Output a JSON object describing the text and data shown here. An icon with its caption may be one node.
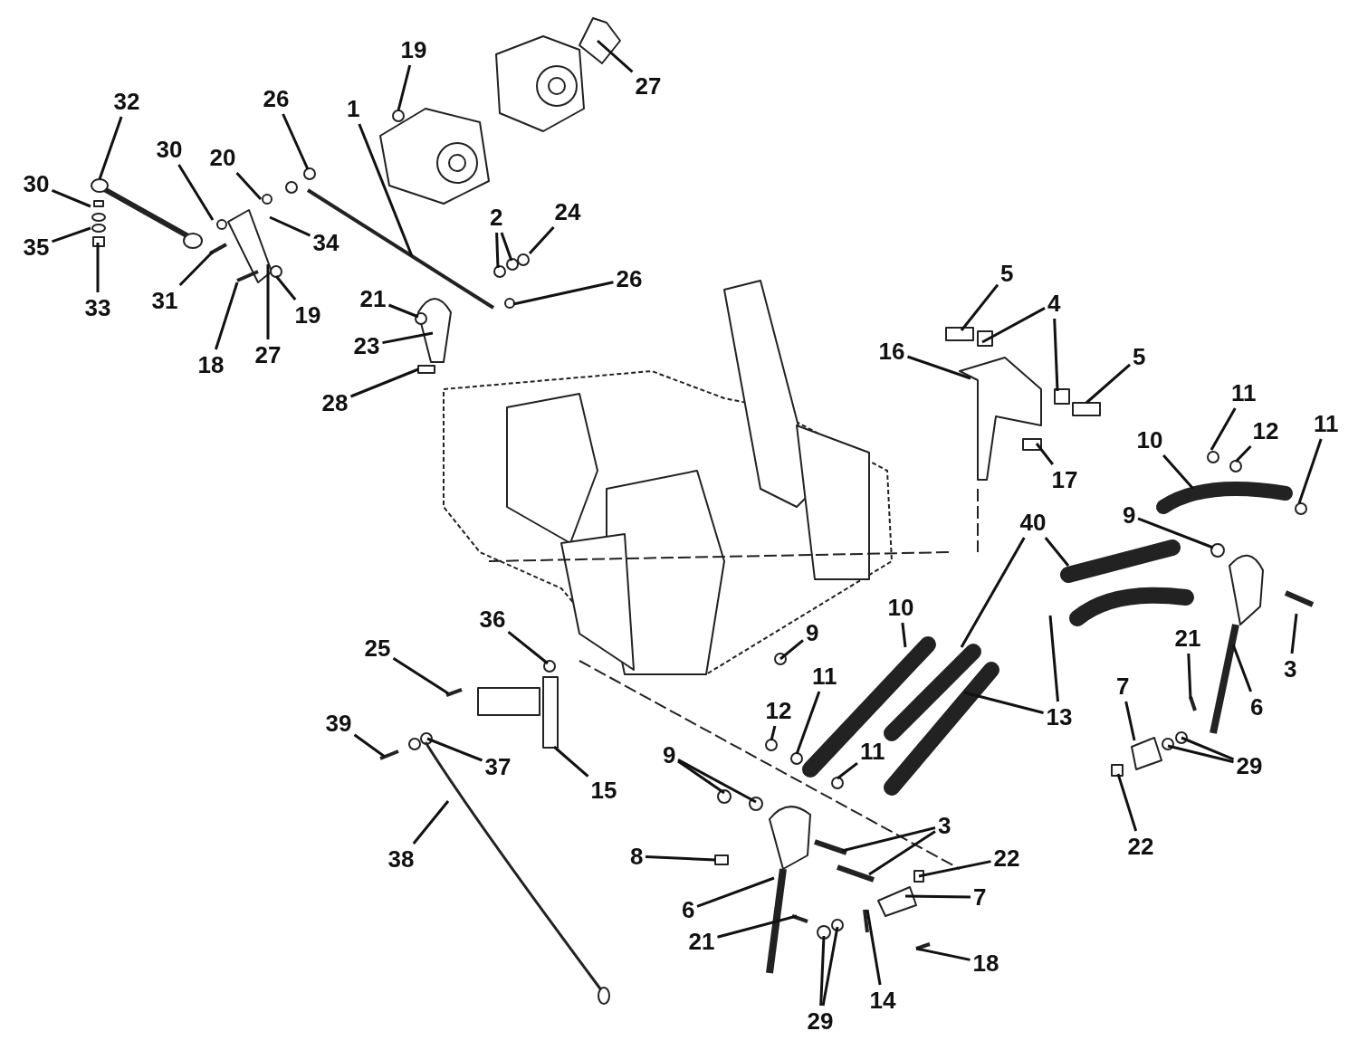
{
  "diagram": {
    "nodes": [
      {
        "text": [
          "32"
        ]
      },
      {
        "text": [
          "30"
        ]
      },
      {
        "text": [
          "35"
        ]
      },
      {
        "text": [
          "33"
        ]
      },
      {
        "text": [
          "30"
        ]
      },
      {
        "text": [
          "31"
        ]
      },
      {
        "text": [
          "20"
        ]
      },
      {
        "text": [
          "26"
        ]
      },
      {
        "text": [
          "19"
        ]
      },
      {
        "text": [
          "1"
        ]
      },
      {
        "text": [
          "34"
        ]
      },
      {
        "text": [
          "18"
        ]
      },
      {
        "text": [
          "27"
        ]
      },
      {
        "text": [
          "19"
        ]
      },
      {
        "text": [
          "27"
        ]
      },
      {
        "text": [
          "2"
        ]
      },
      {
        "text": [
          "24"
        ]
      },
      {
        "text": [
          "26"
        ]
      },
      {
        "text": [
          "21"
        ]
      },
      {
        "text": [
          "23"
        ]
      },
      {
        "text": [
          "28"
        ]
      },
      {
        "text": [
          "5"
        ]
      },
      {
        "text": [
          "4"
        ]
      },
      {
        "text": [
          "16"
        ]
      },
      {
        "text": [
          "5"
        ]
      },
      {
        "text": [
          "17"
        ]
      },
      {
        "text": [
          "11"
        ]
      },
      {
        "text": [
          "12"
        ]
      },
      {
        "text": [
          "11"
        ]
      },
      {
        "text": [
          "10"
        ]
      },
      {
        "text": [
          "9"
        ]
      },
      {
        "text": [
          "40"
        ]
      },
      {
        "text": [
          "3"
        ]
      },
      {
        "text": [
          "21"
        ]
      },
      {
        "text": [
          "6"
        ]
      },
      {
        "text": [
          "7"
        ]
      },
      {
        "text": [
          "29"
        ]
      },
      {
        "text": [
          "22"
        ]
      },
      {
        "text": [
          "10"
        ]
      },
      {
        "text": [
          "13"
        ]
      },
      {
        "text": [
          "9"
        ]
      },
      {
        "text": [
          "12"
        ]
      },
      {
        "text": [
          "11"
        ]
      },
      {
        "text": [
          "11"
        ]
      },
      {
        "text": [
          "36"
        ]
      },
      {
        "text": [
          "25"
        ]
      },
      {
        "text": [
          "39"
        ]
      },
      {
        "text": [
          "37"
        ]
      },
      {
        "text": [
          "15"
        ]
      },
      {
        "text": [
          "38"
        ]
      },
      {
        "text": [
          "9"
        ]
      },
      {
        "text": [
          "3"
        ]
      },
      {
        "text": [
          "8"
        ]
      },
      {
        "text": [
          "6"
        ]
      },
      {
        "text": [
          "22"
        ]
      },
      {
        "text": [
          "7"
        ]
      },
      {
        "text": [
          "21"
        ]
      },
      {
        "text": [
          "14"
        ]
      },
      {
        "text": [
          "18"
        ]
      },
      {
        "text": [
          "29"
        ]
      }
    ],
    "edges": [
      {
        "from": 0,
        "to": null,
        "arrow": "none"
      },
      {
        "from": 1,
        "to": null,
        "arrow": "none"
      },
      {
        "from": 2,
        "to": null,
        "arrow": "none"
      },
      {
        "from": 3,
        "to": null,
        "arrow": "none"
      },
      {
        "from": 4,
        "to": null,
        "arrow": "none"
      },
      {
        "from": 5,
        "to": null,
        "arrow": "none"
      },
      {
        "from": 6,
        "to": null,
        "arrow": "none"
      },
      {
        "from": 7,
        "to": null,
        "arrow": "none"
      },
      {
        "from": 8,
        "to": null,
        "arrow": "none"
      },
      {
        "from": 9,
        "to": null,
        "arrow": "none"
      },
      {
        "from": 10,
        "to": null,
        "arrow": "none"
      },
      {
        "from": 11,
        "to": null,
        "arrow": "none"
      },
      {
        "from": 12,
        "to": null,
        "arrow": "none"
      },
      {
        "from": 13,
        "to": null,
        "arrow": "none"
      },
      {
        "from": 14,
        "to": null,
        "arrow": "none"
      },
      {
        "from": 15,
        "to": null,
        "arrow": "none"
      },
      {
        "from": 15,
        "to": null,
        "arrow": "none"
      },
      {
        "from": 16,
        "to": null,
        "arrow": "none"
      },
      {
        "from": 17,
        "to": null,
        "arrow": "none"
      },
      {
        "from": 18,
        "to": null,
        "arrow": "none"
      },
      {
        "from": 19,
        "to": null,
        "arrow": "none"
      },
      {
        "from": 20,
        "to": null,
        "arrow": "none"
      },
      {
        "from": 21,
        "to": null,
        "arrow": "none"
      },
      {
        "from": 22,
        "to": null,
        "arrow": "none"
      },
      {
        "from": 22,
        "to": null,
        "arrow": "none"
      },
      {
        "from": 23,
        "to": null,
        "arrow": "none"
      },
      {
        "from": 24,
        "to": null,
        "arrow": "none"
      },
      {
        "from": 25,
        "to": null,
        "arrow": "none"
      },
      {
        "from": 26,
        "to": null,
        "arrow": "none"
      },
      {
        "from": 27,
        "to": null,
        "arrow": "none"
      },
      {
        "from": 28,
        "to": null,
        "arrow": "none"
      },
      {
        "from": 29,
        "to": null,
        "arrow": "none"
      },
      {
        "from": 30,
        "to": null,
        "arrow": "none"
      },
      {
        "from": 31,
        "to": null,
        "arrow": "none"
      },
      {
        "from": 31,
        "to": null,
        "arrow": "none"
      },
      {
        "from": 32,
        "to": null,
        "arrow": "none"
      },
      {
        "from": 33,
        "to": null,
        "arrow": "none"
      },
      {
        "from": 34,
        "to": null,
        "arrow": "none"
      },
      {
        "from": 35,
        "to": null,
        "arrow": "none"
      },
      {
        "from": 36,
        "to": null,
        "arrow": "none"
      },
      {
        "from": 36,
        "to": null,
        "arrow": "none"
      },
      {
        "from": 37,
        "to": null,
        "arrow": "none"
      },
      {
        "from": 38,
        "to": null,
        "arrow": "none"
      },
      {
        "from": 39,
        "to": null,
        "arrow": "none"
      },
      {
        "from": 39,
        "to": null,
        "arrow": "none"
      },
      {
        "from": 40,
        "to": null,
        "arrow": "none"
      },
      {
        "from": 41,
        "to": null,
        "arrow": "none"
      },
      {
        "from": 42,
        "to": null,
        "arrow": "none"
      },
      {
        "from": 43,
        "to": null,
        "arrow": "none"
      },
      {
        "from": 44,
        "to": null,
        "arrow": "none"
      },
      {
        "from": 45,
        "to": null,
        "arrow": "none"
      },
      {
        "from": 46,
        "to": null,
        "arrow": "none"
      },
      {
        "from": 47,
        "to": null,
        "arrow": "none"
      },
      {
        "from": 48,
        "to": null,
        "arrow": "none"
      },
      {
        "from": 49,
        "to": null,
        "arrow": "none"
      },
      {
        "from": 50,
        "to": null,
        "arrow": "none"
      },
      {
        "from": 50,
        "to": null,
        "arrow": "none"
      },
      {
        "from": 51,
        "to": null,
        "arrow": "none"
      },
      {
        "from": 51,
        "to": null,
        "arrow": "none"
      },
      {
        "from": 52,
        "to": null,
        "arrow": "none"
      },
      {
        "from": 53,
        "to": null,
        "arrow": "none"
      },
      {
        "from": 54,
        "to": null,
        "arrow": "none"
      },
      {
        "from": 55,
        "to": null,
        "arrow": "none"
      },
      {
        "from": 56,
        "to": null,
        "arrow": "none"
      },
      {
        "from": 57,
        "to": null,
        "arrow": "none"
      },
      {
        "from": 58,
        "to": null,
        "arrow": "none"
      },
      {
        "from": 59,
        "to": null,
        "arrow": "none"
      },
      {
        "from": 59,
        "to": null,
        "arrow": "none"
      }
    ]
  }
}
